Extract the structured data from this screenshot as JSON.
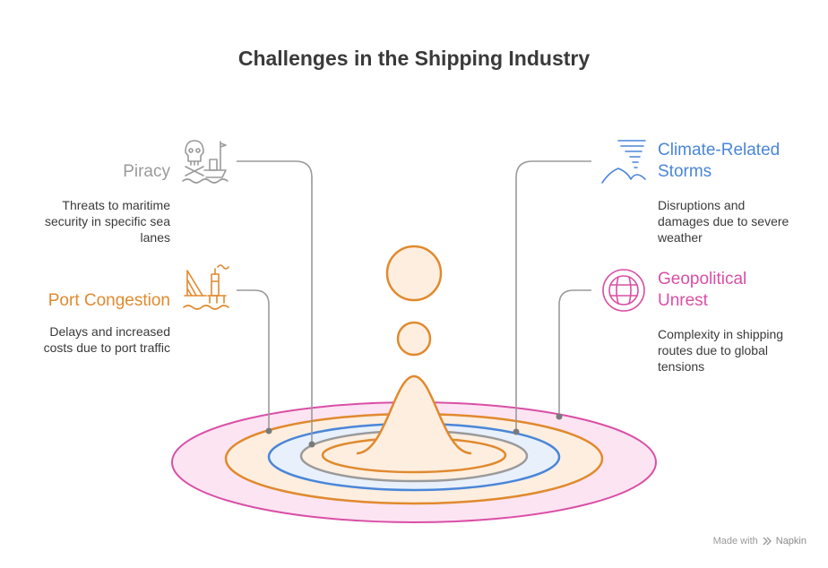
{
  "title": "Challenges in the Shipping Industry",
  "colors": {
    "piracy": "#9a9a9a",
    "port": "#e08a2e",
    "storms": "#4a86d8",
    "geo": "#d94fa6",
    "gray_ring": "#9a9a9a",
    "fill_peach": "#fdeee0",
    "fill_pink": "#fde4f2",
    "fill_blue": "#e8f0fc",
    "line": "#9a9a9a"
  },
  "items": {
    "piracy": {
      "title": "Piracy",
      "desc": [
        "Threats to maritime",
        "security in specific sea",
        "lanes"
      ],
      "icon": "skull-ship-icon"
    },
    "port": {
      "title": "Port Congestion",
      "desc": [
        "Delays and increased",
        "costs due to port traffic"
      ],
      "icon": "port-crane-icon"
    },
    "storms": {
      "title": [
        "Climate-Related",
        "Storms"
      ],
      "desc": [
        "Disruptions and",
        "damages due to severe",
        "weather"
      ],
      "icon": "tornado-icon"
    },
    "geo": {
      "title": [
        "Geopolitical",
        "Unrest"
      ],
      "desc": [
        "Complexity in shipping",
        "routes due to global",
        "tensions"
      ],
      "icon": "globe-icon"
    }
  },
  "footer": {
    "made_with": "Made with",
    "brand": "Napkin"
  }
}
